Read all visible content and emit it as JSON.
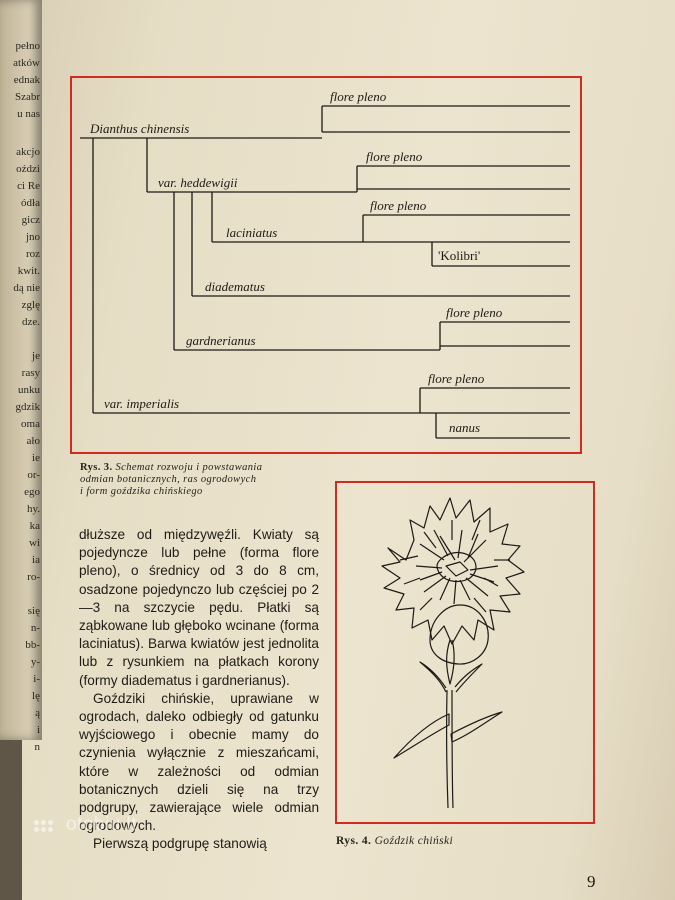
{
  "left_page_fragments": [
    "pełno",
    "atków",
    "ednak",
    "Szabr",
    "u nas",
    "akcjo",
    "oździ",
    "ci Re",
    "ódła",
    "gicz",
    "jno",
    "roz",
    "kwit.",
    "dą nie",
    "zglę",
    "dze.",
    "je",
    "rasy",
    "unku",
    "gdzik",
    "oma",
    "ało",
    "ie",
    "or-",
    "ego",
    "hy.",
    "ka",
    "wi",
    "ia",
    "ro-",
    "się",
    "n-",
    "bb-",
    "y-",
    "i-",
    "lę",
    "ą",
    "i",
    "n"
  ],
  "figure3": {
    "root_label": "Dianthus chinensis",
    "labels": {
      "flore_pleno_1": "flore pleno",
      "heddewigii": "var. heddewigii",
      "flore_pleno_2": "flore pleno",
      "laciniatus": "laciniatus",
      "flore_pleno_3": "flore pleno",
      "kolibri": "'Kolibri'",
      "diadematus": "diadematus",
      "flore_pleno_4": "flore pleno",
      "gardnerianus": "gardnerianus",
      "flore_pleno_5": "flore pleno",
      "imperialis": "var. imperialis",
      "nanus": "nanus"
    },
    "caption_prefix": "Rys. 3.",
    "caption_lines": [
      "Schemat rozwoju i powstawania",
      "odmian botanicznych, ras ogrodowych",
      "i form goździka chińskiego"
    ]
  },
  "figure4": {
    "caption_prefix": "Rys. 4.",
    "caption_text": "Goździk chiński"
  },
  "body_text": {
    "p1": "dłuższe od międzywęźli. Kwiaty są pojedyncze lub pełne (forma flore pleno), o średnicy od 3 do 8 cm, osadzone pojedynczo lub częściej po 2—3 na szczycie pędu. Płatki są ząbkowane lub głęboko wcinane (forma laciniatus). Barwa kwiatów jest jednolita lub z rysunkiem na płatkach korony (formy diadematus i gardnerianus).",
    "p2": "Goździki chińskie, uprawiane w ogrodach, daleko odbiegły od gatunku wyjściowego i obecnie mamy do czynienia wyłącznie z mieszańcami, które w zależności od odmian botanicznych dzieli się na trzy podgrupy, zawierające wiele odmian ogrodowych.",
    "p3": "Pierwszą podgrupę stanowią"
  },
  "page_number": "9",
  "watermark": "otobiu.lt",
  "colors": {
    "frame": "#d12a20",
    "paper": "#ece4ce",
    "ink": "#1f1c18"
  }
}
